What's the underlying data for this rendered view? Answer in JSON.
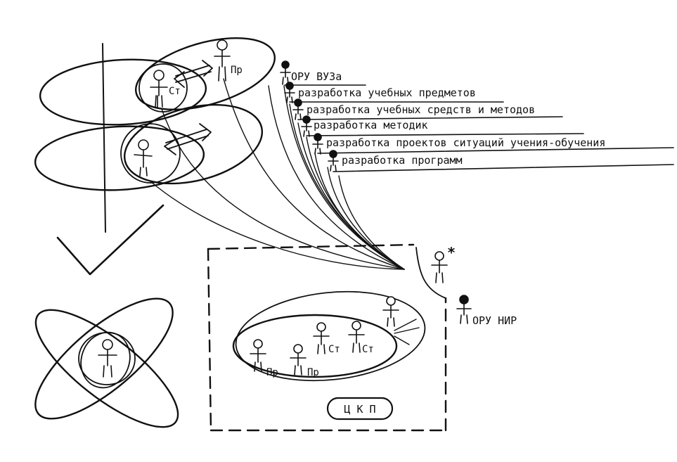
{
  "top_labels": {
    "oru_vuza": "ОРУ ВУЗа",
    "development": [
      "разработка учебных предметов",
      "разработка учебных средств и методов",
      "разработка методик",
      "разработка проектов ситуаций учения-обучения",
      "разработка программ"
    ]
  },
  "people_labels": {
    "st": "Ст",
    "pr": "Пр"
  },
  "bottom_labels": {
    "oru_nir": "ОРУ НИР",
    "ckp": "Ц К П",
    "asterisk": "*"
  }
}
